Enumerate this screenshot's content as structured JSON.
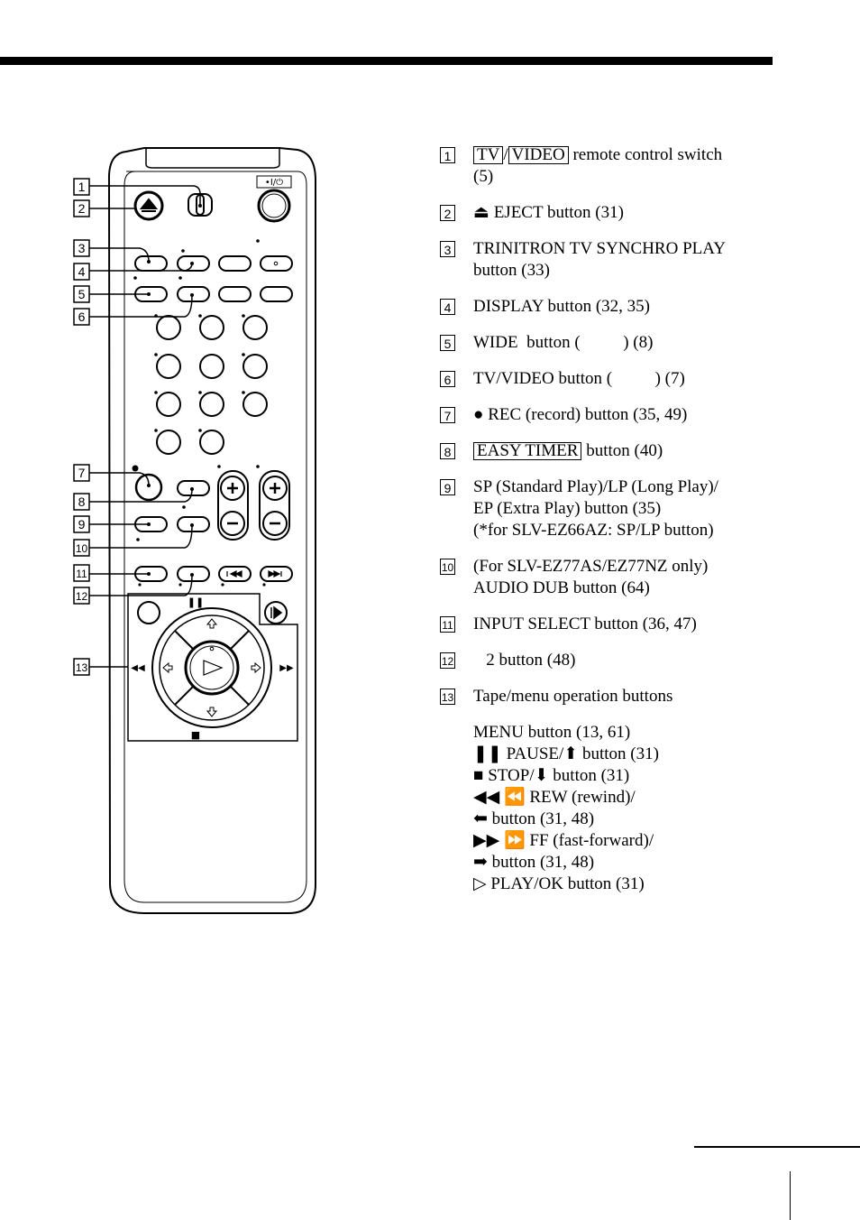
{
  "callouts": [
    "1",
    "2",
    "3",
    "4",
    "5",
    "6",
    "7",
    "8",
    "9",
    "10",
    "11",
    "12",
    "13"
  ],
  "remote_labels": {
    "power": "•I/⏻",
    "pause": "❚❚",
    "stop": "■",
    "rew": "◀◀",
    "ff": "▶▶"
  },
  "legend": [
    {
      "num": "1",
      "parts": {
        "tv": "TV",
        "slash": "/",
        "video": "VIDEO",
        "rest": " remote control switch"
      },
      "line2": "(5)"
    },
    {
      "num": "2",
      "line1": "⏏ EJECT button (31)"
    },
    {
      "num": "3",
      "line1": "TRINITRON TV SYNCHRO PLAY",
      "line2": "button (33)"
    },
    {
      "num": "4",
      "line1": "DISPLAY button (32, 35)"
    },
    {
      "num": "5",
      "line1": "WIDE  button (          ) (8)"
    },
    {
      "num": "6",
      "line1": "TV/VIDEO button (          ) (7)"
    },
    {
      "num": "7",
      "line1": "● REC (record) button (35, 49)"
    },
    {
      "num": "8",
      "boxed": "EASY TIMER",
      "rest": " button (40)"
    },
    {
      "num": "9",
      "line1": "SP (Standard Play)/LP (Long Play)/",
      "line2": "EP (Extra Play) button (35)",
      "line3": "(*for SLV-EZ66AZ: SP/LP button)"
    },
    {
      "num": "10",
      "line1": "(For SLV-EZ77AS/EZ77NZ only)",
      "line2": "AUDIO DUB button (64)"
    },
    {
      "num": "11",
      "line1": "INPUT SELECT button (36, 47)"
    },
    {
      "num": "12",
      "line1": "   2 button (48)"
    },
    {
      "num": "13",
      "line1": "Tape/menu operation buttons"
    }
  ],
  "tape_menu": [
    "MENU button (13, 61)",
    "❚❚ PAUSE/⬆ button (31)",
    "■ STOP/⬇ button (31)",
    "◀◀ ⏪ REW (rewind)/",
    "⬅ button (31, 48)",
    "▶▶ ⏩ FF (fast-forward)/",
    "➡ button (31, 48)",
    "▷ PLAY/OK button (31)"
  ]
}
